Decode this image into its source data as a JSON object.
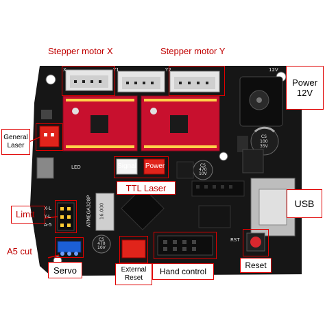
{
  "labels": {
    "stepper_x": "Stepper motor X",
    "stepper_y": "Stepper motor Y",
    "power_12v_line1": "Power",
    "power_12v_line2": "12V",
    "general_laser_line1": "General",
    "general_laser_line2": "Laser",
    "signal": "Signal",
    "power": "Power",
    "ttl_laser": "TTL Laser",
    "usb": "USB",
    "limit": "Limit",
    "a5_cut": "A5 cut",
    "servo": "Servo",
    "external_reset_line1": "External",
    "external_reset_line2": "Reset",
    "hand_control": "Hand control",
    "reset": "Reset"
  },
  "silkscreen": {
    "x": "X",
    "y1": "Y1",
    "y2": "Y2",
    "v12": "12V",
    "xl": "X-L",
    "yl": "Y-L",
    "a5": "A-5",
    "led": "LED",
    "rst": "RST",
    "cap_small_line1": "CS",
    "cap_small_line2": "470",
    "cap_small_line3": "10V",
    "cap_large_line1": "CS",
    "cap_large_line2": "100",
    "cap_large_line3": "35V",
    "cap_left_line1": "CS",
    "cap_left_line2": "470",
    "cap_left_line3": "10V",
    "crystal": "16.000",
    "chip": "ATMEGA328P"
  },
  "colors": {
    "board": "#161616",
    "label_red": "#c00000",
    "box_red": "#e00000",
    "driver_red": "#c8102e",
    "connector_white": "#e6e6e6",
    "connector_red": "#e0241b",
    "servo_blue": "#1c5fd6"
  }
}
